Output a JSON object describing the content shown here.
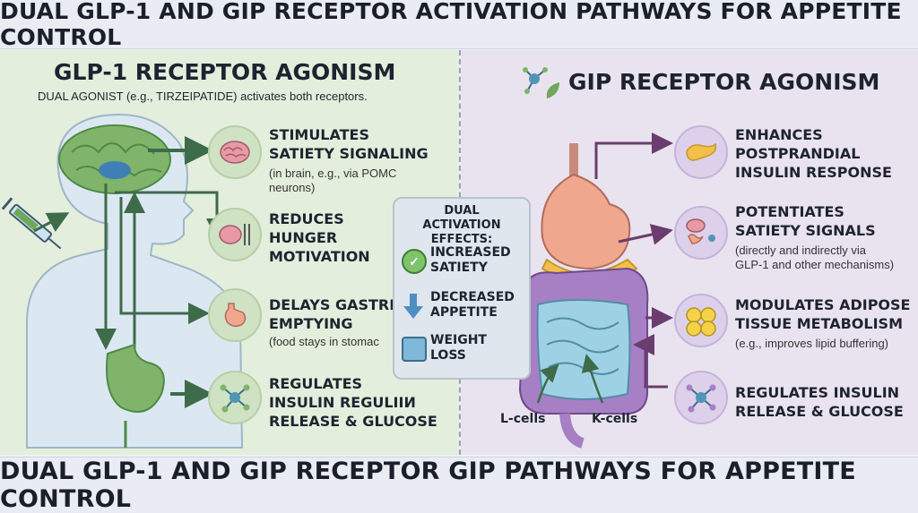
{
  "top_title": "DUAL GLP-1 AND GIP RECEPTOR ACTIVATION PATHWAYS FOR APPETITE CONTROL",
  "bottom_title": "DUAL GLP-1 AND GIP RECEPTOR GIP PATHWAYS FOR APPETITE CONTROL",
  "left": {
    "heading": "GLP-1 RECEPTOR AGONISM",
    "subheading": "DUAL AGONIST (e.g., TIRZEIPATIDE) activates both receptors.",
    "items": [
      {
        "title": "STIMULATES\nSATIETY SIGNALING",
        "note": "(in brain, e.g., via POMC\nneurons)",
        "icon": "brain-icon"
      },
      {
        "title": "REDUCES\nHUNGER\nMOTIVATION",
        "note": "",
        "icon": "brain-fork-knife-icon"
      },
      {
        "title": "DELAYS GASTRIC\nEMPTYING",
        "note": "(food stays in stomac",
        "icon": "stomach-icon"
      },
      {
        "title": "REGULATES\nINSULIN REGULIIИ\nRELEASE & GLUCOSE",
        "note": "",
        "icon": "molecule-icon"
      }
    ]
  },
  "right": {
    "heading": "GIP RECEPTOR AGONISM",
    "heading_icon": "molecule-leaf-icon",
    "items": [
      {
        "title": "ENHANCES\nPOSTPRANDIAL\nINSULIN RESPONSE",
        "note": "",
        "icon": "pancreas-icon"
      },
      {
        "title": "POTENTIATES\nSATIETY SIGNALS",
        "note": "(directly and indirectly via\nGLP-1 and other mechanisms)",
        "icon": "brain-gut-icon"
      },
      {
        "title": "MODULATES ADIPOSE\nTISSUE METABOLISM",
        "note": "(e.g., improves lipid buffering)",
        "icon": "fat-cells-icon"
      },
      {
        "title": "REGULATES INSULIN\nRELEASE & GLUCOSE",
        "note": "",
        "icon": "molecule-icon"
      }
    ],
    "cell_labels": [
      "L-cells",
      "K-cells"
    ]
  },
  "effects": {
    "title": "DUAL ACTIVATION\nEFFECTS:",
    "items": [
      {
        "label": "INCREASED\nSATIETY",
        "icon": "check-icon"
      },
      {
        "label": "DECREASED\nAPPETITE",
        "icon": "down-arrow-icon"
      },
      {
        "label": "WEIGHT\nLOSS",
        "icon": "scale-icon"
      }
    ]
  },
  "colors": {
    "green_arrow": "#3e6b4a",
    "purple_arrow": "#6a3d6e",
    "left_bg": "#e4eedc",
    "right_bg": "#e9e3ef"
  }
}
